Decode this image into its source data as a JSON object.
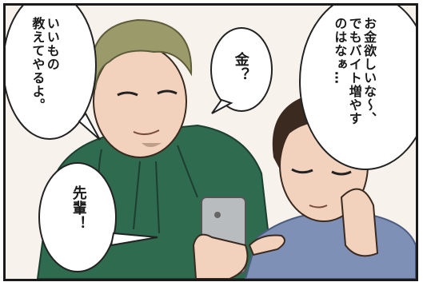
{
  "comic": {
    "bubbles": {
      "senpai_offer": {
        "text": "いいもの\n教えてやるよ。"
      },
      "money_question": {
        "text": "金？"
      },
      "kouhai_thought": {
        "text": "お金欲しいな〜、\nでもバイト増やす\nのはなぁ…"
      },
      "senpai_call": {
        "text": "先輩！"
      }
    }
  },
  "colors": {
    "hoodie": "#2f6b4f",
    "hair_senpai": "#9a9a6a",
    "hair_kouhai": "#3a2a20",
    "skin": "#f2d2bd",
    "shirt_kouhai": "#7e90b6",
    "phone": "#b9bcbf",
    "background": "#f7f3ec"
  }
}
